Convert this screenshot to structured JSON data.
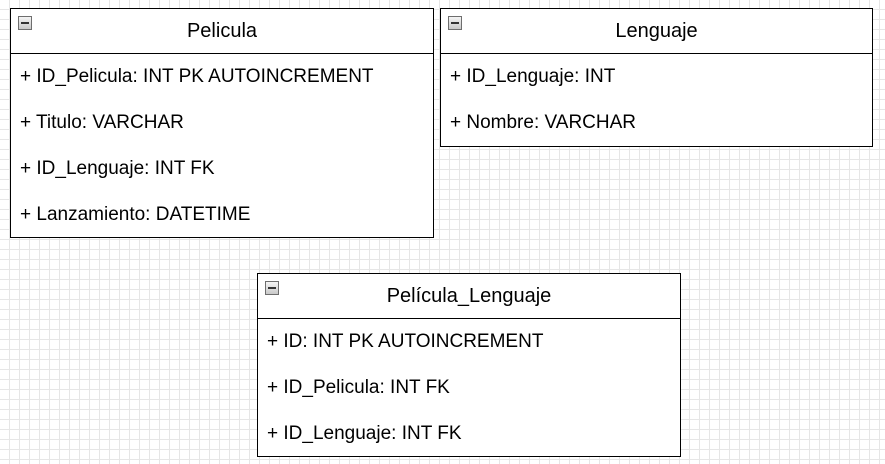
{
  "classes": [
    {
      "title": "Pelicula",
      "attributes": [
        "+ ID_Pelicula: INT PK AUTOINCREMENT",
        "+ Titulo: VARCHAR",
        "+ ID_Lenguaje: INT FK",
        "+ Lanzamiento: DATETIME"
      ]
    },
    {
      "title": "Lenguaje",
      "attributes": [
        "+ ID_Lenguaje: INT",
        "+ Nombre: VARCHAR"
      ]
    },
    {
      "title": "Película_Lenguaje",
      "attributes": [
        "+ ID: INT PK AUTOINCREMENT",
        "+ ID_Pelicula: INT FK",
        "+ ID_Lenguaje: INT FK"
      ]
    }
  ],
  "icons": {
    "collapse": "collapse-minus-icon"
  },
  "colors": {
    "border": "#000000",
    "grid": "#e6e6e6",
    "background": "#ffffff"
  }
}
